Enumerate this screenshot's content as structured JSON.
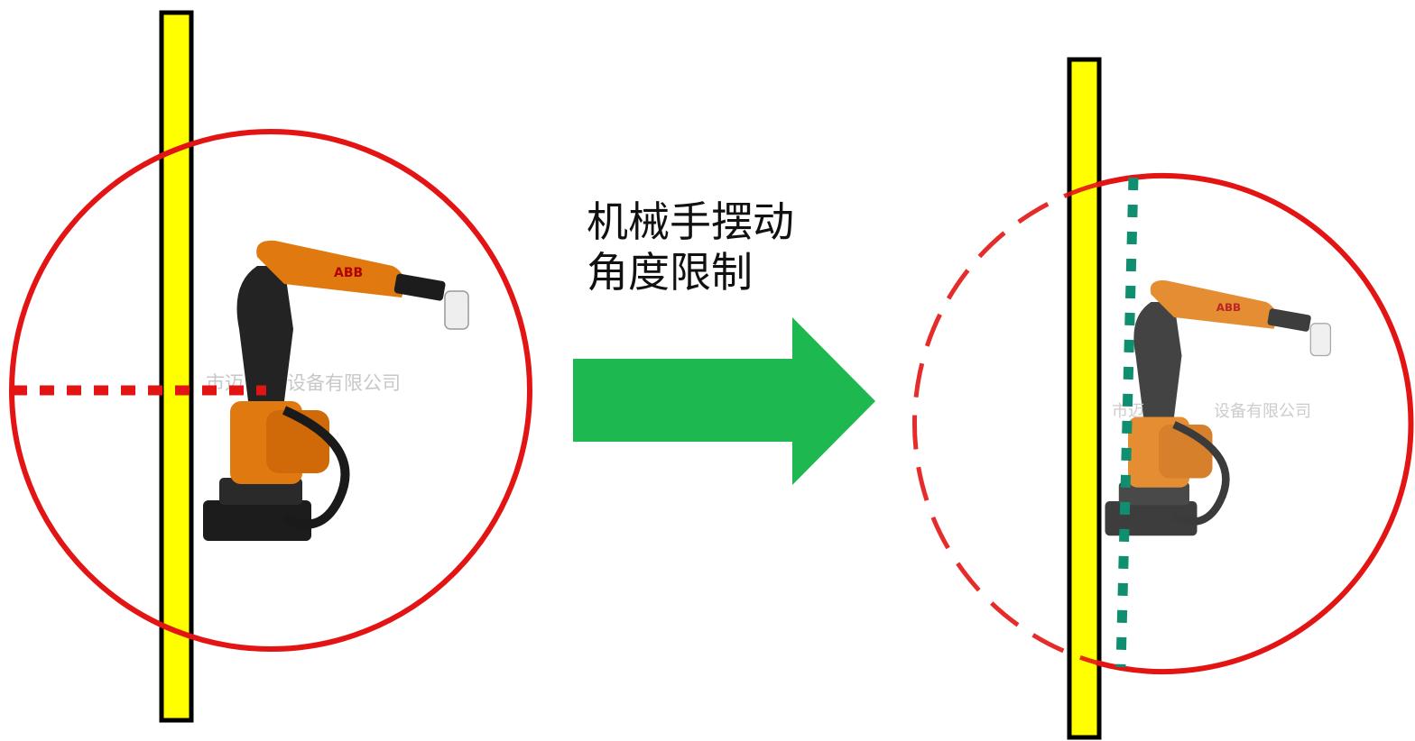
{
  "caption": {
    "line1": "机械手摆动",
    "line2": "角度限制"
  },
  "robot": {
    "brand_text": "ABB",
    "watermark_left": "市迈",
    "watermark_right": "设备有限公司"
  },
  "colors": {
    "barrier_fill": "#ffff00",
    "barrier_stroke": "#000000",
    "work_circle": "#e31414",
    "arrow": "#1eb850",
    "limit_line": "#0f8f6f",
    "robot_orange": "#e07a10",
    "robot_dark": "#1c1c1c"
  }
}
